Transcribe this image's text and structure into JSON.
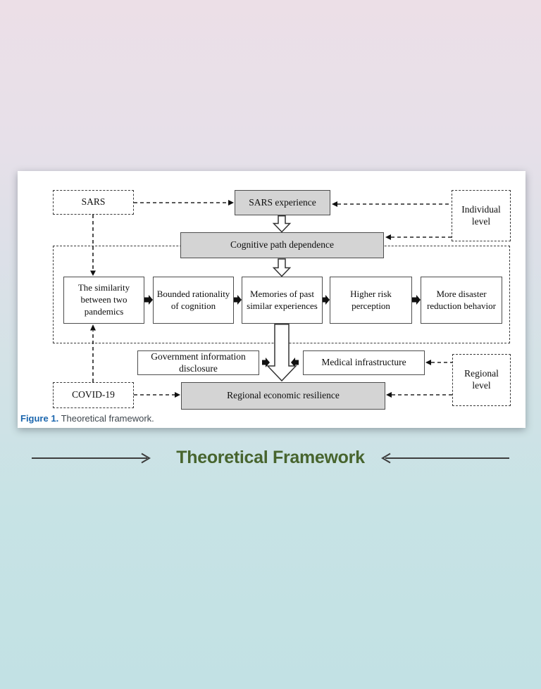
{
  "figure": {
    "caption": {
      "label": "Figure 1.",
      "text": "Theoretical framework."
    },
    "nodes": {
      "sars": "SARS",
      "sars_experience": "SARS experience",
      "individual_level": "Individual\nlevel",
      "cognitive_path_dependence": "Cognitive path dependence",
      "similarity": "The similarity between two pandemics",
      "bounded_rationality": "Bounded rationality of cognition",
      "memories": "Memories of past similar experiences",
      "higher_risk": "Higher risk perception",
      "more_disaster": "More disaster reduction behavior",
      "government_information": "Government information disclosure",
      "medical_infrastructure": "Medical infrastructure",
      "covid19": "COVID-19",
      "regional_economic_resilience": "Regional economic resilience",
      "regional_level": "Regional\nlevel"
    },
    "edges": [
      {
        "from": "sars",
        "to": "sars_experience",
        "style": "dashed-arrow"
      },
      {
        "from": "individual_level",
        "to": "sars_experience",
        "style": "dashed-arrow"
      },
      {
        "from": "individual_level",
        "to": "cognitive_path_dependence",
        "style": "dashed-arrow"
      },
      {
        "from": "sars_experience",
        "to": "cognitive_path_dependence",
        "style": "block-arrow"
      },
      {
        "from": "cognitive_path_dependence",
        "to": "memories",
        "style": "block-arrow"
      },
      {
        "from": "sars",
        "to": "similarity",
        "style": "dashed-arrow"
      },
      {
        "from": "covid19",
        "to": "similarity",
        "style": "dashed-arrow"
      },
      {
        "from": "similarity",
        "to": "bounded_rationality",
        "style": "solid-arrow"
      },
      {
        "from": "bounded_rationality",
        "to": "memories",
        "style": "solid-arrow"
      },
      {
        "from": "memories",
        "to": "higher_risk",
        "style": "solid-arrow"
      },
      {
        "from": "higher_risk",
        "to": "more_disaster",
        "style": "solid-arrow"
      },
      {
        "from": "memories",
        "to": "regional_economic_resilience",
        "style": "block-arrow"
      },
      {
        "from": "government_information",
        "to": "regional_economic_resilience",
        "style": "solid-arrow"
      },
      {
        "from": "medical_infrastructure",
        "to": "regional_economic_resilience",
        "style": "solid-arrow"
      },
      {
        "from": "regional_level",
        "to": "medical_infrastructure",
        "style": "dashed-arrow"
      },
      {
        "from": "regional_level",
        "to": "regional_economic_resilience",
        "style": "dashed-arrow"
      },
      {
        "from": "covid19",
        "to": "regional_economic_resilience",
        "style": "dashed-arrow"
      }
    ]
  },
  "banner": {
    "title": "Theoretical Framework"
  },
  "colors": {
    "node_fill_gray": "#d4d4d4",
    "caption_label_blue": "#1b66ae",
    "banner_green": "#47642e",
    "background_top": "#ecdfe7",
    "background_bottom": "#c2e1e4"
  }
}
